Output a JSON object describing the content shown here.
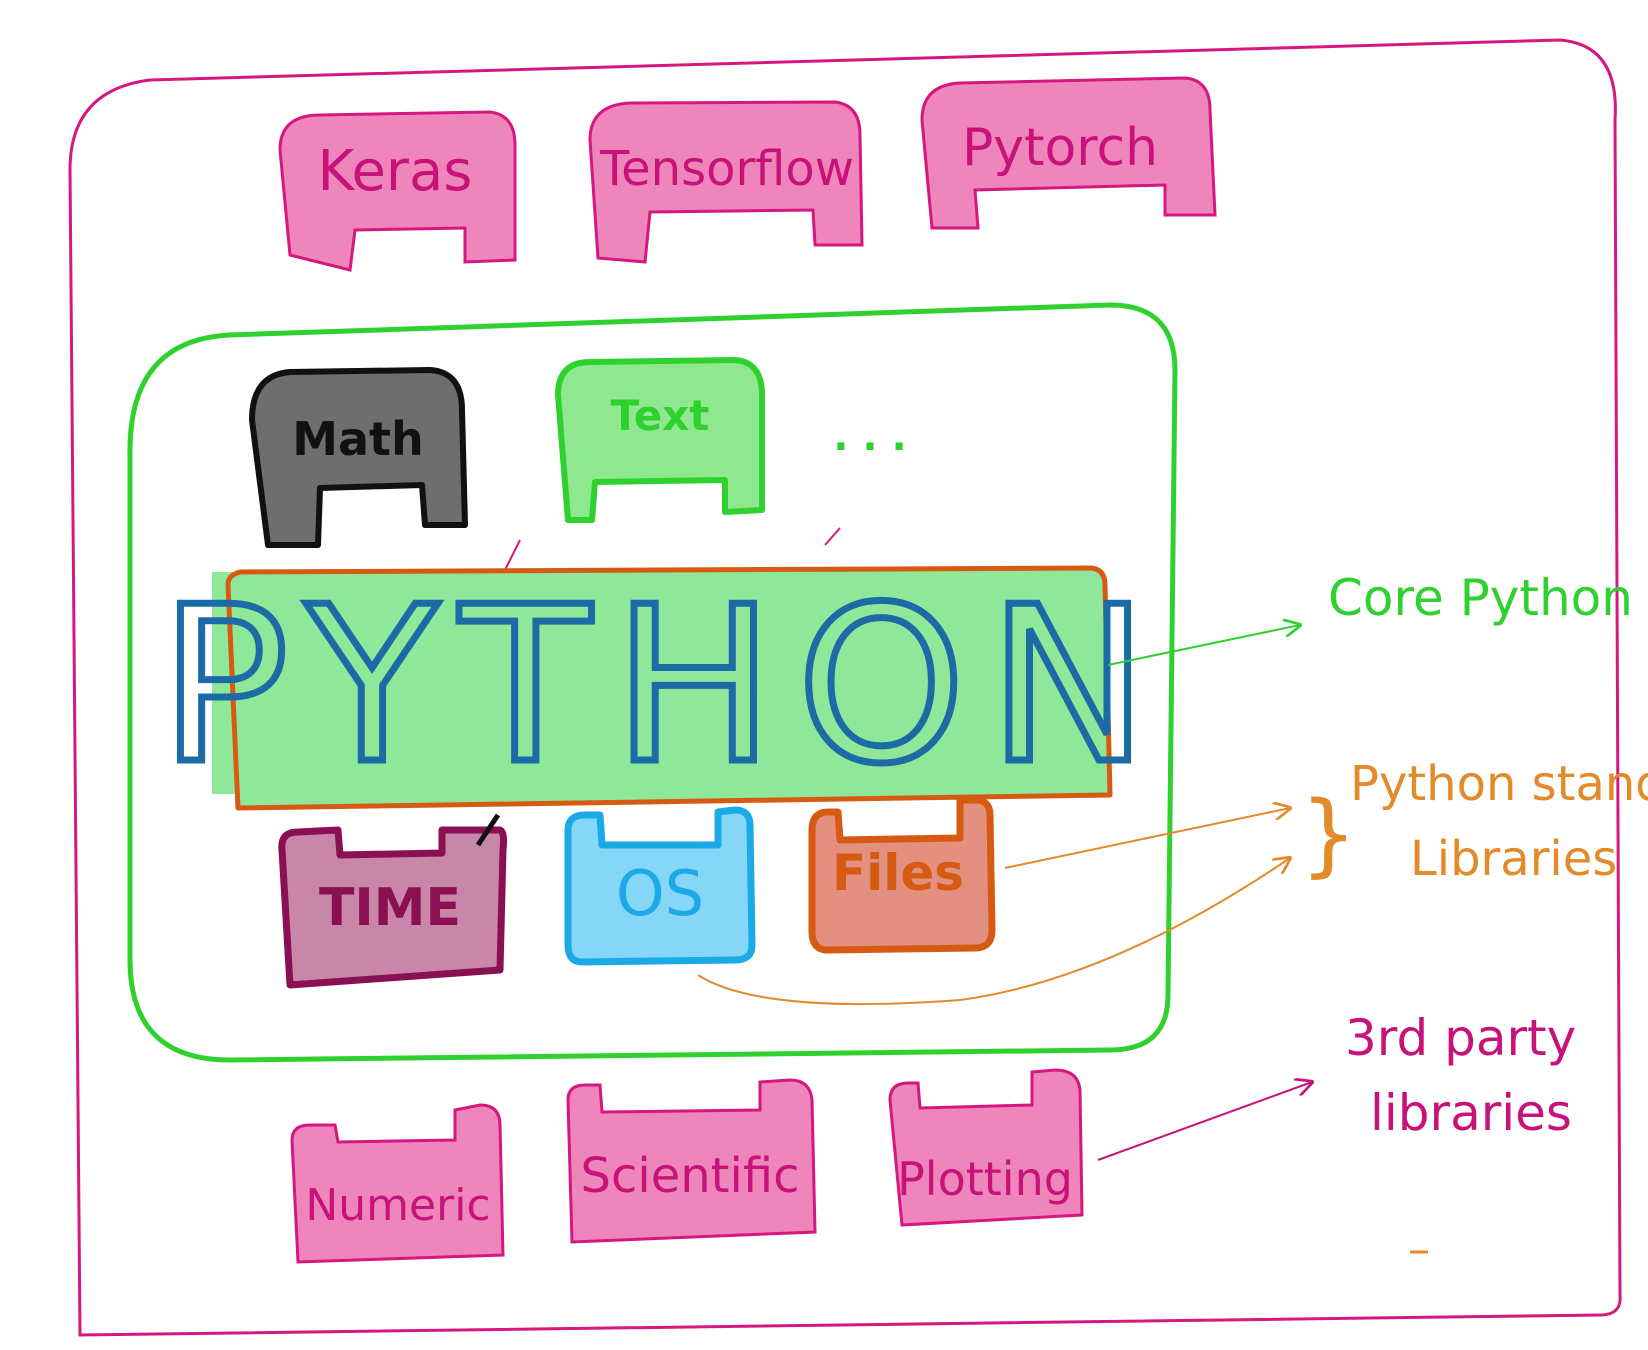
{
  "colors": {
    "outer_border": "#d6177f",
    "core_border": "#2fd12f",
    "pink_block_fill": "#ef86bb",
    "pink_block_stroke": "#d6177f",
    "math_fill": "#6e6e6e",
    "math_stroke": "#111111",
    "text_fill": "#8fe88f",
    "text_stroke": "#2fd12f",
    "python_fill": "#8fe89a",
    "python_stroke": "#d65a12",
    "python_letters": "#1c6aa6",
    "time_fill": "#c887a8",
    "time_stroke": "#8b0f53",
    "os_fill": "#86d6f7",
    "os_stroke": "#1ba9e8",
    "files_fill": "#e39080",
    "files_stroke": "#d65a12",
    "core_label": "#2fd12f",
    "stdlib_label": "#e38a2a",
    "third_party_label": "#c8127a"
  },
  "third_party_top": {
    "keras": "Keras",
    "tensorflow": "Tensorflow",
    "pytorch": "Pytorch"
  },
  "core_box": {
    "math": "Math",
    "text": "Text",
    "ellipsis": ". . .",
    "python": "PYTHON",
    "time": "TIME",
    "os": "OS",
    "files": "Files"
  },
  "third_party_bottom": {
    "numeric": "Numeric",
    "scientific": "Scientific",
    "plotting": "Plotting"
  },
  "annotations": {
    "core_python": "Core Python",
    "std_libs_line1": "Python stand",
    "std_libs_line2": "Libraries",
    "third_party_line1": "3rd party",
    "third_party_line2": "libraries"
  }
}
